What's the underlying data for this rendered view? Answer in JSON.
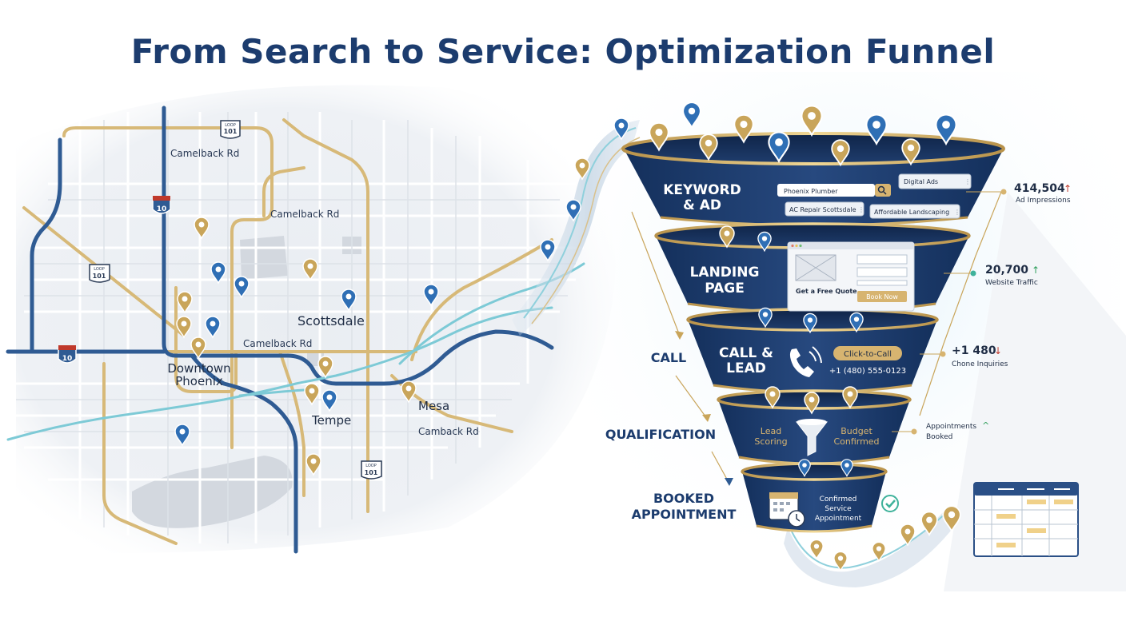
{
  "title": "From Search to Service: Optimization Funnel",
  "map": {
    "road_labels": {
      "camelback_top": "Camelback Rd",
      "camelback_mid": "Camelback Rd",
      "camelback_low": "Camelback Rd",
      "camback": "Camback Rd"
    },
    "shields": {
      "loop_top_small": "LOOP",
      "loop_top": "101",
      "i10_left": "10",
      "loop_left_small": "LOOP",
      "loop_left": "101",
      "i10_bottom": "10",
      "loop_bottom_small": "LOOP",
      "loop_bottom": "101"
    },
    "cities": {
      "scottsdale": "Scottsdale",
      "downtown_line1": "Downtown",
      "downtown_line2": "Phoenix",
      "tempe": "Tempe",
      "mesa": "Mesa"
    }
  },
  "funnel": {
    "stage1": {
      "label_line1": "KEYWORD",
      "label_line2": "& AD",
      "search_text": "Phoenix Plumber",
      "chip_digital_ads": "Digital Ads",
      "chip_ac_repair": "AC Repair Scottsdale",
      "chip_landscaping": "Affordable Landscaping"
    },
    "stage2": {
      "label_line1": "LANDING",
      "label_line2": "PAGE",
      "quote_text": "Get a Free Quote",
      "book_button": "Book Now"
    },
    "stage3": {
      "label_line1": "CALL &",
      "label_line2": "LEAD",
      "click_to_call": "Click-to-Call",
      "phone": "+1 (480) 555-0123"
    },
    "stage4": {
      "left_line1": "Lead",
      "left_line2": "Scoring",
      "right_line1": "Budget",
      "right_line2": "Confirmed"
    },
    "stage5": {
      "line1": "Confirmed",
      "line2": "Service",
      "line3": "Appointment"
    }
  },
  "side_labels": {
    "call": "CALL",
    "qualification": "QUALIFICATION",
    "booked_line1": "BOOKED",
    "booked_line2": "APPOINTMENT"
  },
  "metrics": {
    "impressions_value": "414,504",
    "impressions_label": "Ad Impressions",
    "traffic_value": "20,700",
    "traffic_label": "Website Traffic",
    "inquiries_value": "+1 480",
    "inquiries_label": "Chone Inquiries",
    "appointments_line1": "Appointments",
    "appointments_line2": "Booked"
  },
  "colors": {
    "navy": "#1c3c6e",
    "gold": "#c9a55a",
    "blue_pin": "#2f6fb5",
    "teal": "#6cc7d6",
    "map_bg": "#eef1f5"
  }
}
